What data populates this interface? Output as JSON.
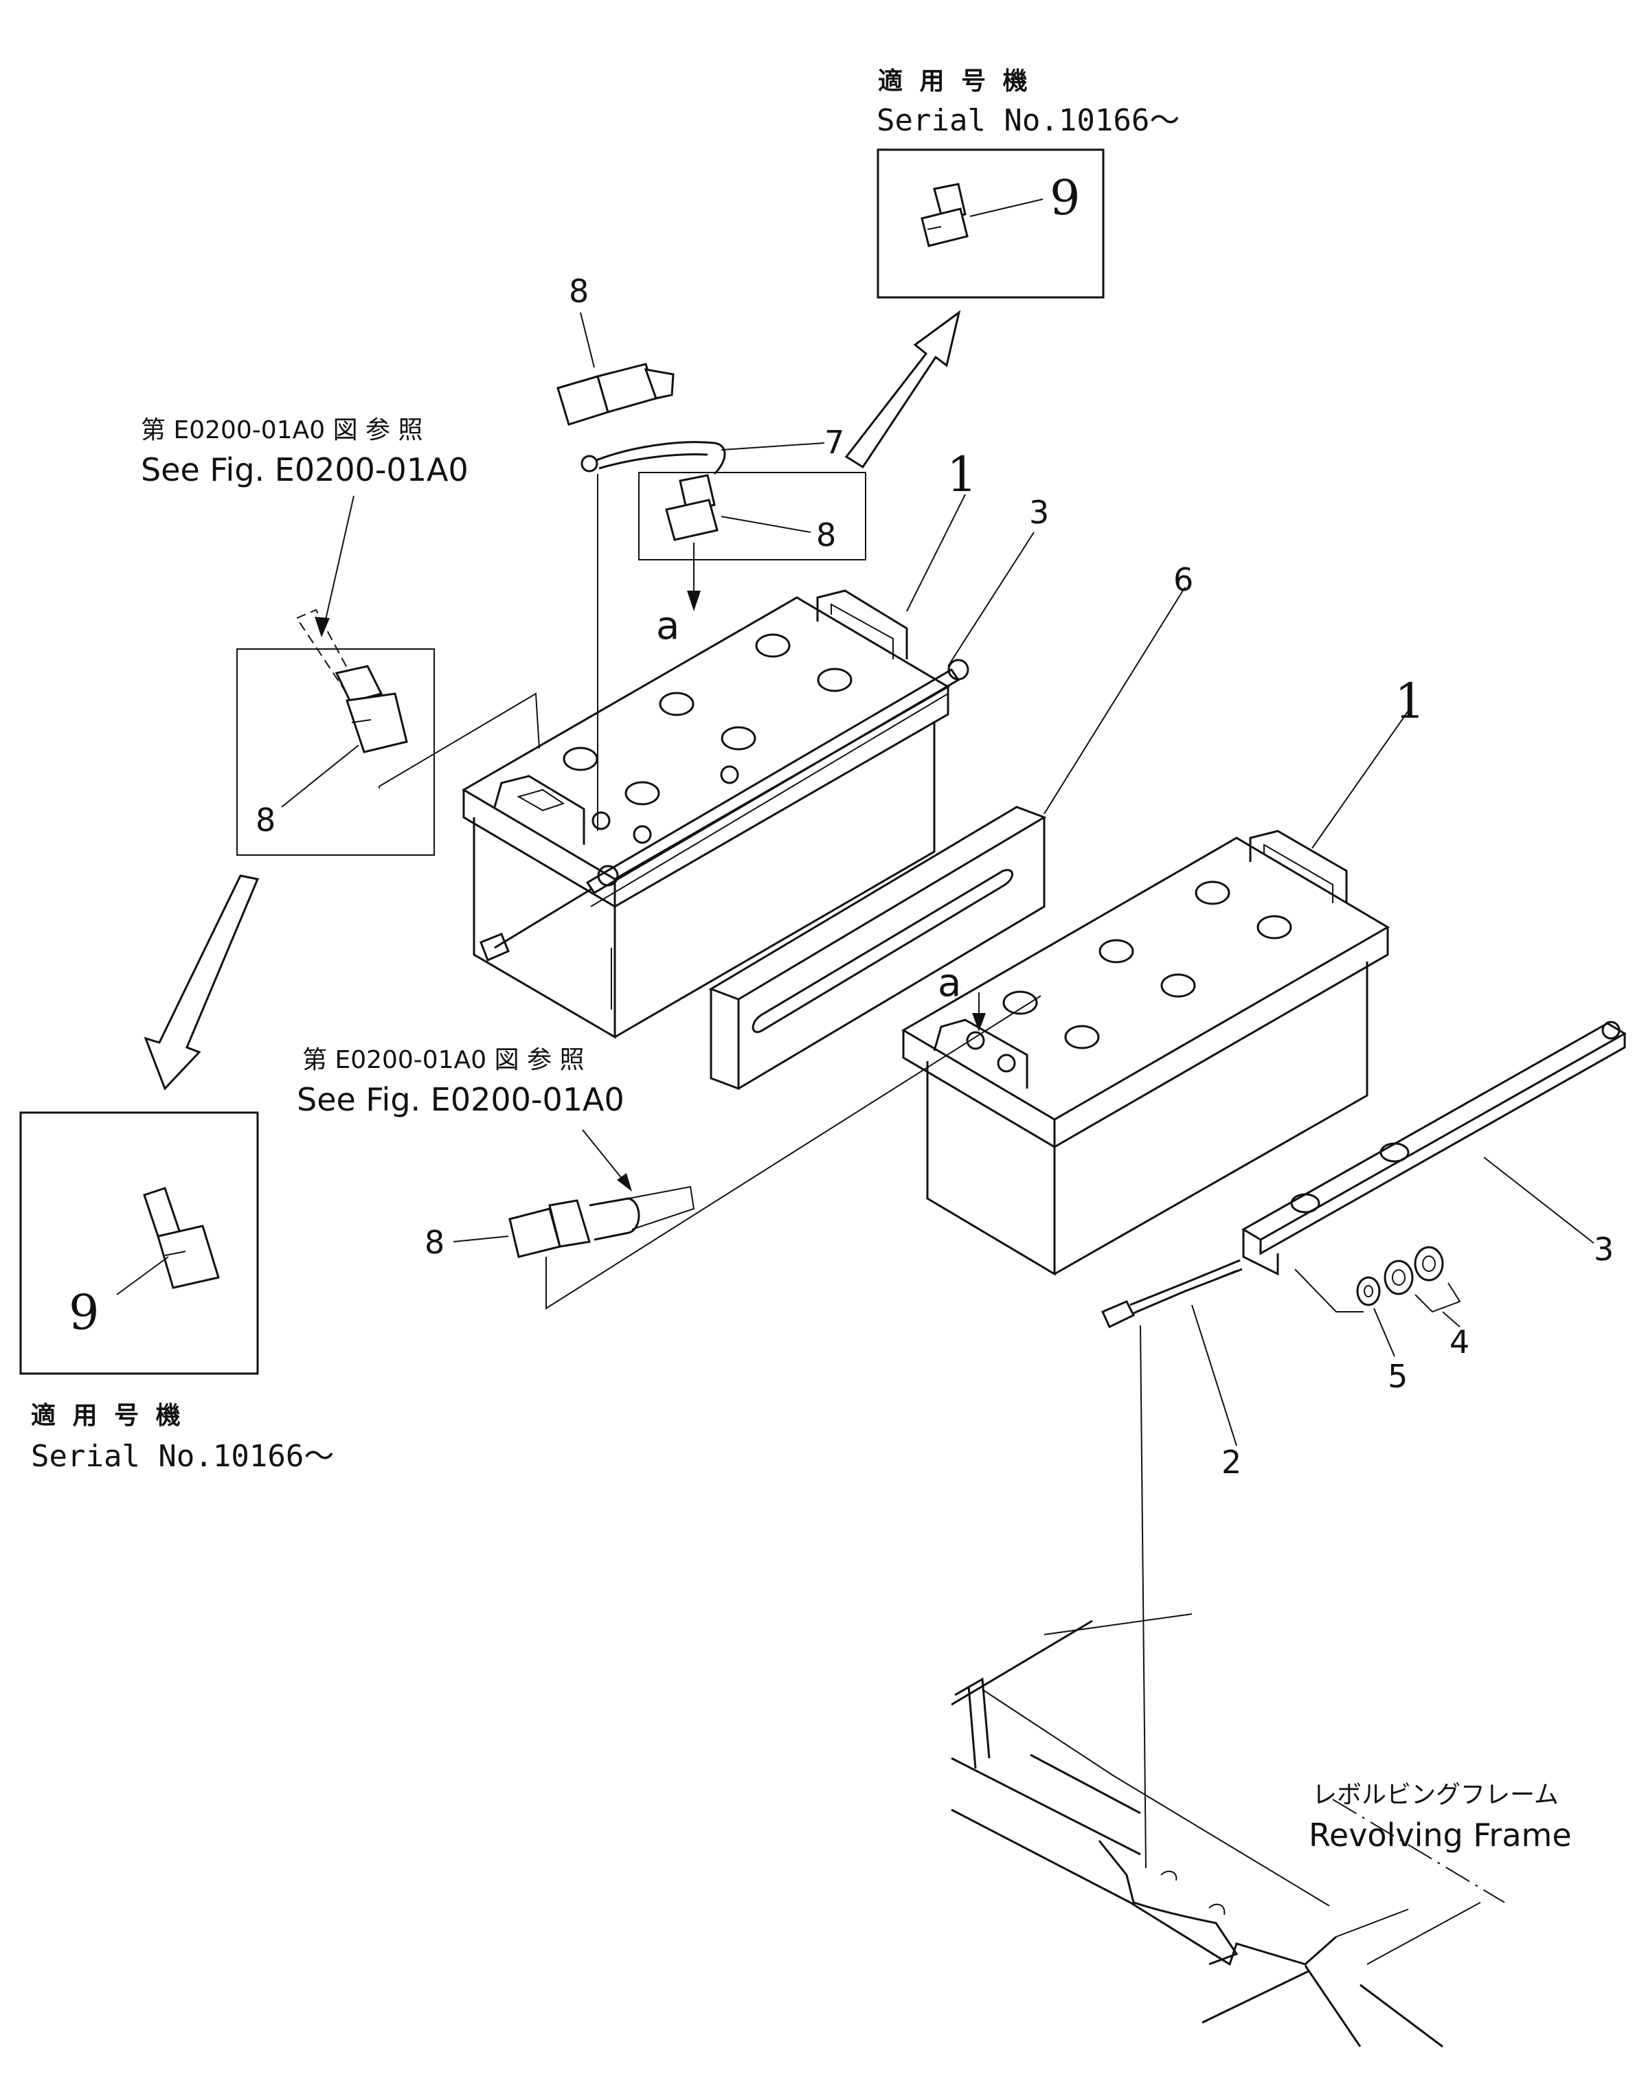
{
  "serial_note_top": {
    "jp": "適 用 号 機",
    "en": "Serial No.10166～"
  },
  "serial_note_left": {
    "jp": "適 用 号 機",
    "en": "Serial No.10166～"
  },
  "see_fig_upper": {
    "jp": "第 E0200-01A0 図 参 照",
    "en": "See Fig. E0200-01A0"
  },
  "see_fig_lower": {
    "jp": "第 E0200-01A0 図 参 照",
    "en": "See Fig. E0200-01A0"
  },
  "frame_label": {
    "jp": "レボルビングフレーム",
    "en": "Revolving  Frame"
  },
  "callouts": {
    "p1_upper": "1",
    "p1_lower": "1",
    "p2": "2",
    "p3_upper": "3",
    "p3_lower": "3",
    "p4": "4",
    "p5": "5",
    "p6": "6",
    "p7": "7",
    "p8_top": "8",
    "p8_box": "8",
    "p8_left": "8",
    "p8_bottom": "8",
    "p9_top": "9",
    "p9_left": "9",
    "a_upper": "a",
    "a_lower": "a"
  },
  "icons": [
    "battery",
    "terminal-connector",
    "cable",
    "hold-down-bar",
    "j-bolt",
    "nut",
    "washer",
    "spacer-block",
    "frame-outline"
  ]
}
